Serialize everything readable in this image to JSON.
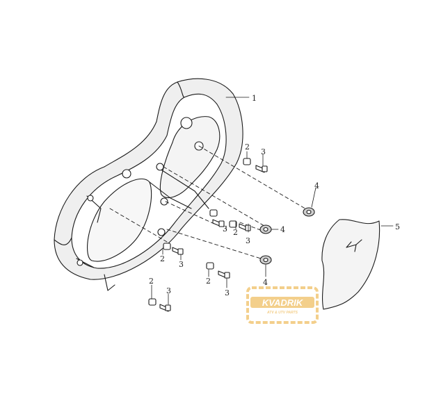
{
  "callouts": {
    "c1": "1",
    "c2a": "2",
    "c2b": "2",
    "c2c": "2",
    "c2d": "2",
    "c2e": "2",
    "c3a": "3",
    "c3b": "3",
    "c3c": "3",
    "c3d": "3",
    "c3e": "3",
    "c3f": "3",
    "c4a": "4",
    "c4b": "4",
    "c4c": "4",
    "c5": "5"
  },
  "watermark": {
    "brand": "KVADRIK",
    "tagline": "ATV & UTV PARTS"
  },
  "colors": {
    "line": "#1a1a1a",
    "shade": "#d9d9d9",
    "watermark": "#f2c777"
  }
}
